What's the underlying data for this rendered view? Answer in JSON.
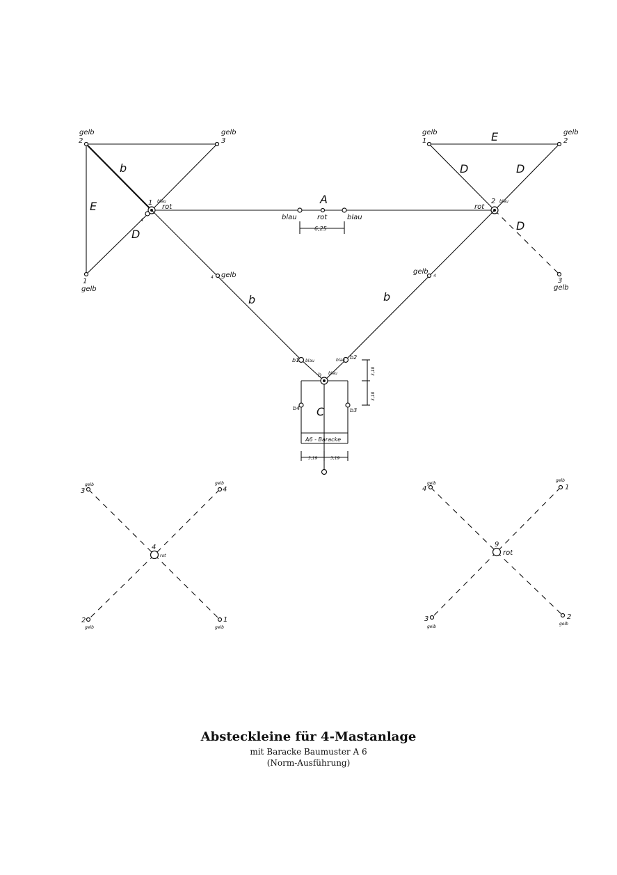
{
  "labels": {
    "gelb": "gelb",
    "rot": "rot",
    "blau": "blau",
    "a": "A",
    "b": "b",
    "c": "C",
    "d": "D",
    "e": "E",
    "dim_center": "6,25",
    "dim_318": "3,18",
    "dim_319": "3,19",
    "baracke": "A6 - Baracke",
    "n1": "1",
    "n2": "2",
    "n3": "3",
    "n4": "4",
    "n9": "9",
    "b1": "b1",
    "b2": "b2",
    "b3": "b3",
    "b4": "b4"
  },
  "caption": {
    "title": "Absteckleine für 4-Mastanlage",
    "line2": "mit Baracke Baumuster A 6",
    "line3": "(Norm-Ausführung)"
  }
}
